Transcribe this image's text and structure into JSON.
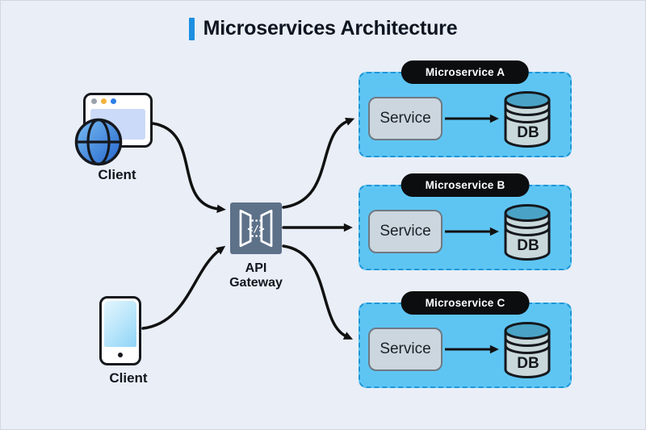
{
  "title": {
    "text": "Microservices Architecture"
  },
  "clients": [
    {
      "label": "Client",
      "icon": "browser-globe-icon"
    },
    {
      "label": "Client",
      "icon": "smartphone-icon"
    }
  ],
  "gateway": {
    "line1": "API",
    "line2": "Gateway",
    "icon_glyph": "</>"
  },
  "labels": {
    "service": "Service",
    "db": "DB"
  },
  "services": [
    {
      "name": "Microservice A"
    },
    {
      "name": "Microservice B"
    },
    {
      "name": "Microservice C"
    }
  ],
  "colors": {
    "background": "#e9eef7",
    "title_accent": "#1d8fe0",
    "panel_fill": "#5ec5f3",
    "panel_border": "#1e96d6",
    "badge_bg": "#0c0d0f",
    "gateway_bg": "#5d7189",
    "service_fill": "#ccd6de",
    "service_border": "#6f7983",
    "db_top": "#4aa3c6",
    "db_body": "#c9d8da",
    "arrow": "#111111"
  }
}
